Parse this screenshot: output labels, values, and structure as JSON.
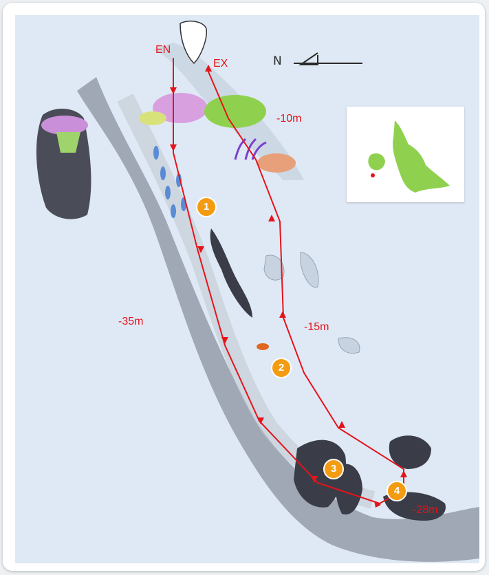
{
  "compass": {
    "label": "N"
  },
  "route": {
    "entry_label": "EN",
    "exit_label": "EX",
    "color": "#e5131a"
  },
  "depths": [
    {
      "id": "d1",
      "text": "-10m"
    },
    {
      "id": "d2",
      "text": "-35m"
    },
    {
      "id": "d3",
      "text": "-15m"
    },
    {
      "id": "d4",
      "text": "-28m"
    }
  ],
  "waypoints": [
    "1",
    "2",
    "3",
    "4"
  ],
  "colors": {
    "water": "#dfe9f5",
    "reef_wall": "#8a929e",
    "rock": "#3a3d47",
    "waypoint": "#f39c12",
    "island": "#8fd14f",
    "site_dot": "#e5131a"
  },
  "icons": [
    "boat-icon",
    "compass-icon",
    "fish-icon",
    "coral-icon"
  ]
}
